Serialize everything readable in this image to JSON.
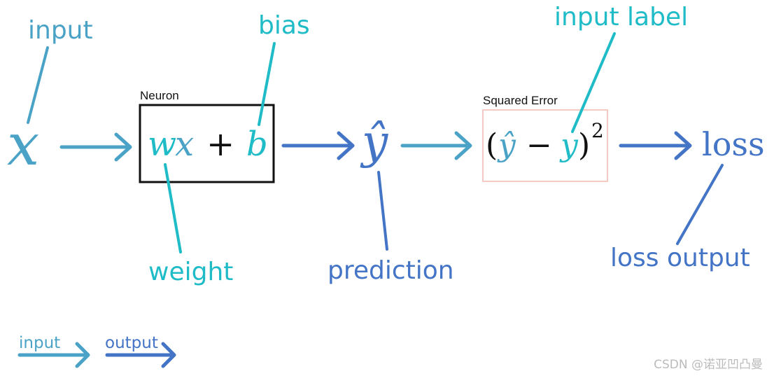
{
  "colors": {
    "input": "#4aa3c7",
    "output": "#4374c6",
    "param": "#1fbcc8",
    "box_neuron": "#111111",
    "box_error": "#f5c9c4",
    "watermark": "#bbbbbb"
  },
  "labels": {
    "input": "input",
    "bias": "bias",
    "input_label": "input label",
    "weight": "weight",
    "prediction": "prediction",
    "loss_output": "loss output"
  },
  "nodes": {
    "x": "x",
    "neuron_title": "Neuron",
    "neuron_w": "w",
    "neuron_x": "x",
    "neuron_plus": "+",
    "neuron_b": "b",
    "y_hat": "ŷ",
    "error_title": "Squared Error",
    "err_open": "(",
    "err_yhat": "ŷ",
    "err_minus": "−",
    "err_y": "y",
    "err_close": ")",
    "err_exp": "2",
    "loss": "loss"
  },
  "legend": {
    "input": "input",
    "output": "output"
  },
  "watermark": "CSDN @诺亚凹凸曼"
}
